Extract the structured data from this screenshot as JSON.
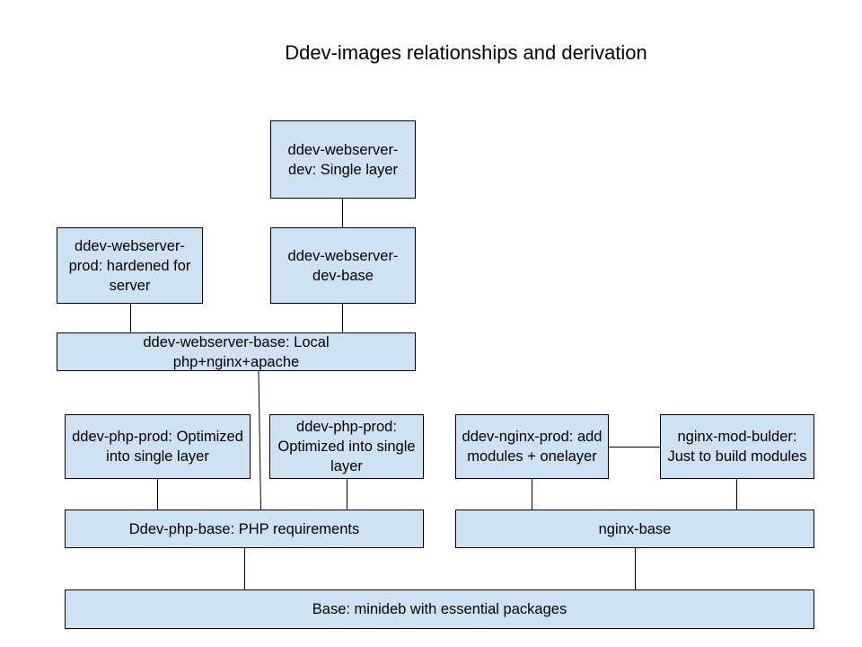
{
  "diagram": {
    "title": "Ddev-images relationships and derivation",
    "colors": {
      "box_fill": "#cfe2f3",
      "box_border": "#000000",
      "connector": "#000000"
    },
    "nodes": {
      "webserver_dev": "ddev-webserver-dev: Single layer",
      "webserver_prod": "ddev-webserver-prod: hardened for server",
      "webserver_dev_base": "ddev-webserver-dev-base",
      "webserver_base": "ddev-webserver-base: Local php+nginx+apache",
      "php_prod_1": "ddev-php-prod: Optimized into single layer",
      "php_prod_2": "ddev-php-prod: Optimized into single layer",
      "nginx_prod": "ddev-nginx-prod: add modules + onelayer",
      "nginx_mod_builder": "nginx-mod-bulder: Just to build modules",
      "php_base": "Ddev-php-base: PHP requirements",
      "nginx_base": "nginx-base",
      "base": "Base: minideb with essential packages"
    },
    "edges": [
      [
        "webserver_dev",
        "webserver_dev_base"
      ],
      [
        "webserver_prod",
        "webserver_base"
      ],
      [
        "webserver_dev_base",
        "webserver_base"
      ],
      [
        "webserver_base",
        "php_base"
      ],
      [
        "php_prod_1",
        "php_base"
      ],
      [
        "php_prod_2",
        "php_base"
      ],
      [
        "nginx_prod",
        "nginx_mod_builder"
      ],
      [
        "nginx_prod",
        "nginx_base"
      ],
      [
        "nginx_mod_builder",
        "nginx_base"
      ],
      [
        "php_base",
        "base"
      ],
      [
        "nginx_base",
        "base"
      ]
    ]
  }
}
